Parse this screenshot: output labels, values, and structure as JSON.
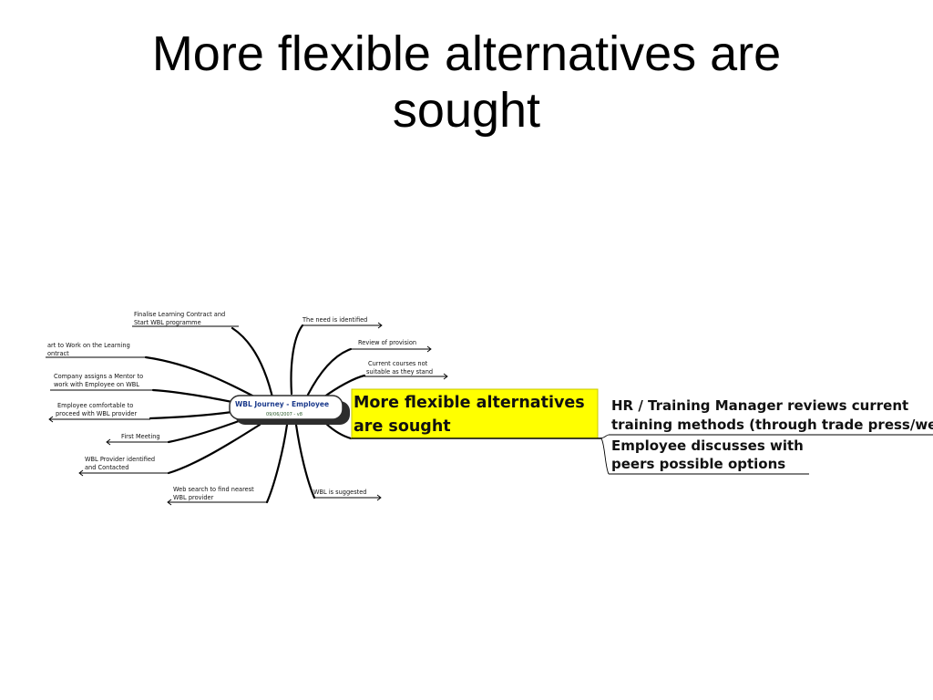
{
  "slide": {
    "title_line1": "More flexible alternatives  are",
    "title_line2": "sought"
  },
  "center_node": {
    "title": "WBL Journey - Employee",
    "subtitle": "09/06/2007 - v8"
  },
  "left_branches": [
    {
      "line1": "Finalise Learning Contract and",
      "line2": "Start WBL programme"
    },
    {
      "line1": "art to Work on the Learning",
      "line2": "ontract"
    },
    {
      "line1": "Company assigns a Mentor to",
      "line2": "work with Employee on WBL"
    },
    {
      "line1": "Employee comfortable to",
      "line2": "proceed with WBL provider"
    },
    {
      "line1": "First Meeting",
      "line2": ""
    },
    {
      "line1": "WBL Provider identified",
      "line2": "and Contacted"
    },
    {
      "line1": "Web search to find nearest",
      "line2": "WBL provider"
    }
  ],
  "right_branches": [
    {
      "line1": "The need is identified",
      "line2": ""
    },
    {
      "line1": "Review of provision",
      "line2": ""
    },
    {
      "line1": "Current courses not",
      "line2": "suitable as they stand"
    },
    {
      "line1": "WBL is suggested",
      "line2": ""
    }
  ],
  "highlight_node": {
    "line1": "More flexible alternatives",
    "line2": "are sought",
    "color": "#ffff00"
  },
  "sub_branches": [
    {
      "line1": "HR / Training Manager reviews current",
      "line2": "training methods (through trade press/web"
    },
    {
      "line1": "Employee discusses with",
      "line2": "peers possible options"
    }
  ]
}
